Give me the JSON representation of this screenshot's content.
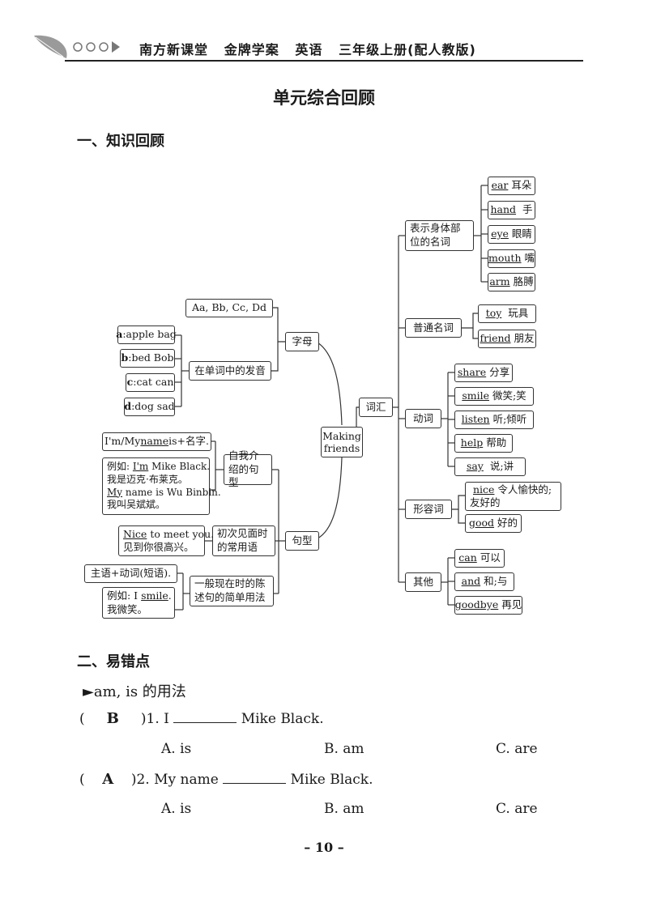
{
  "header": {
    "text": "南方新课堂   金牌学案   英语   三年级上册(配人教版)"
  },
  "title": "单元综合回顾",
  "section1": "一、知识回顾",
  "mindmap": {
    "root": "Making friends",
    "vocab": {
      "label": "词汇",
      "body": {
        "label": "表示身体部位的名词",
        "items": [
          {
            "word": "ear",
            "meaning": "耳朵"
          },
          {
            "word": "hand",
            "meaning": "手"
          },
          {
            "word": "eye",
            "meaning": "眼睛"
          },
          {
            "word": "mouth",
            "meaning": "嘴"
          },
          {
            "word": "arm",
            "meaning": "胳膊"
          }
        ]
      },
      "noun": {
        "label": "普通名词",
        "items": [
          {
            "word": "toy",
            "meaning": "玩具"
          },
          {
            "word": "friend",
            "meaning": "朋友"
          }
        ]
      },
      "verb": {
        "label": "动词",
        "items": [
          {
            "word": "share",
            "meaning": "分享"
          },
          {
            "word": "smile",
            "meaning": "微笑;笑"
          },
          {
            "word": "listen",
            "meaning": "听;倾听"
          },
          {
            "word": "help",
            "meaning": "帮助"
          },
          {
            "word": "say",
            "meaning": "说;讲"
          }
        ]
      },
      "adj": {
        "label": "形容词",
        "items": [
          {
            "word": "nice",
            "meaning": "令人愉快的;友好的"
          },
          {
            "word": "good",
            "meaning": "好的"
          }
        ]
      },
      "other": {
        "label": "其他",
        "items": [
          {
            "word": "can",
            "meaning": "可以"
          },
          {
            "word": "and",
            "meaning": "和;与"
          },
          {
            "word": "goodbye",
            "meaning": "再见"
          }
        ]
      }
    },
    "letters": {
      "label": "字母",
      "list": "Aa, Bb, Cc, Dd",
      "sound_label": "在单词中的发音",
      "sounds": [
        {
          "key": "a",
          "words": "apple bag"
        },
        {
          "key": "b",
          "words": "bed Bob"
        },
        {
          "key": "c",
          "words": "cat can"
        },
        {
          "key": "d",
          "words": "dog sad"
        }
      ]
    },
    "sentences": {
      "label": "句型",
      "intro": {
        "label": "自我介绍的句型",
        "pattern_pre": "I'm/My ",
        "pattern_ul": "name",
        "pattern_post": " is+名字.",
        "ex_pre": "例如: ",
        "ex1_ul": "I'm",
        "ex1_post": " Mike Black.",
        "ex1_cn": "我是迈克·布莱克。",
        "ex2_ul": "My",
        "ex2_post": " name is Wu Binbin.",
        "ex2_cn": "我叫吴斌斌。"
      },
      "meet": {
        "label": "初次见面时的常用语",
        "ex_ul": "Nice",
        "ex_post": " to meet you.",
        "ex_cn": "见到你很高兴。"
      },
      "present": {
        "label": "一般现在时的陈述句的简单用法",
        "pattern": "主语+动词(短语).",
        "ex_pre": "例如: I ",
        "ex_ul": "smile",
        "ex_post": ".",
        "ex_cn": "我微笑。"
      }
    }
  },
  "section2": "二、易错点",
  "sub": "►am, is 的用法",
  "questions": [
    {
      "answer": "B",
      "num": "1.",
      "pre": "I",
      "post": "Mike Black.",
      "options": [
        "A. is",
        "B. am",
        "C. are"
      ]
    },
    {
      "answer": "A",
      "num": "2.",
      "pre": "My name",
      "post": "Mike Black.",
      "options": [
        "A. is",
        "B. am",
        "C. are"
      ]
    }
  ],
  "page_number": "– 10 –"
}
